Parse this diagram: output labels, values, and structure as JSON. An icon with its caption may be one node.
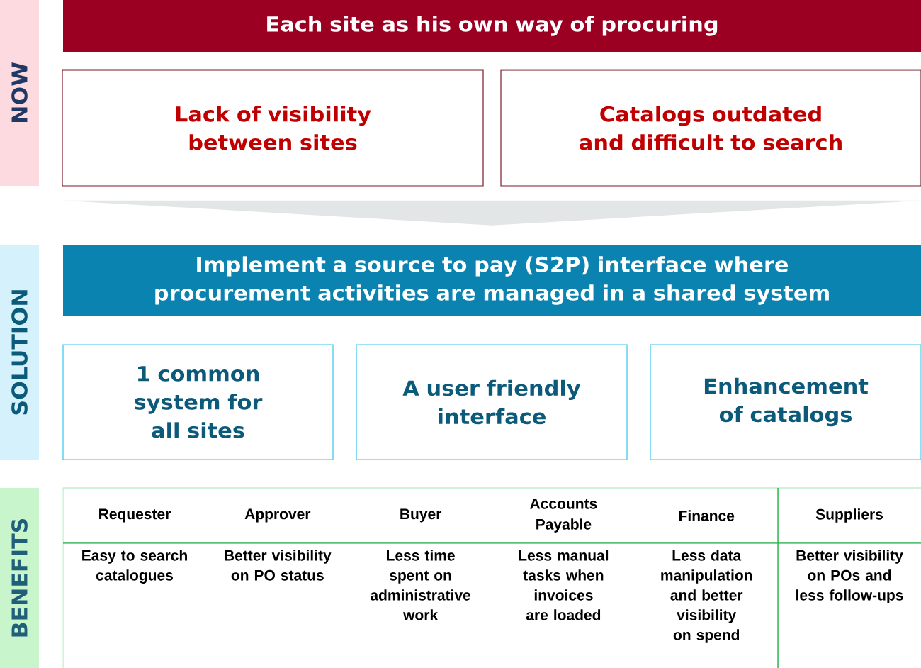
{
  "diagram": {
    "nodes": [
      {
        "text": [
          "NOW"
        ]
      },
      {
        "text": [
          "Each site as his own way of procuring"
        ]
      },
      {
        "text": [
          "Lack of visibility between sites"
        ]
      },
      {
        "text": [
          "Catalogs outdated and difficult to search"
        ]
      },
      {
        "text": [
          "SOLUTION"
        ]
      },
      {
        "text": [
          "Implement a source to pay (S2P) interface where procurement activities are managed in a shared system"
        ]
      },
      {
        "text": [
          "1 common system for all sites"
        ]
      },
      {
        "text": [
          "A user friendly interface"
        ]
      },
      {
        "text": [
          "Enhancement of catalogs"
        ]
      },
      {
        "text": [
          "BENEFITS"
        ]
      }
    ],
    "edges": [
      {
        "from": null,
        "to": 5,
        "arrow": "to"
      }
    ],
    "labels": [
      "Requester",
      "Approver",
      "Buyer",
      "Accounts Payable",
      "Finance",
      "Suppliers",
      "Easy to search catalogues",
      "Better visibility on PO status",
      "Less time spent on administrative work",
      "Less manual tasks when invoices are loaded",
      "Less data manipulation and better visibility on spend",
      "Better visibility on POs and less follow-ups"
    ]
  }
}
